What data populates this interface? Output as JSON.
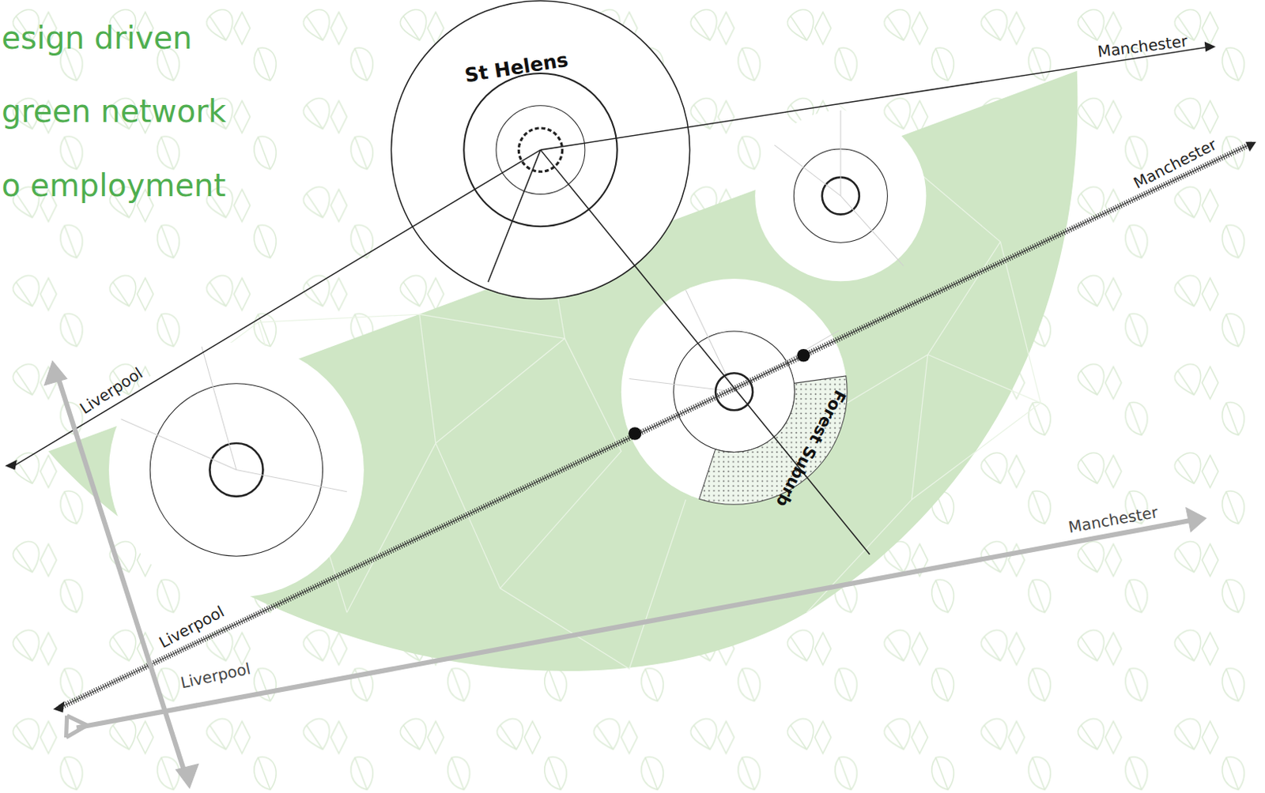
{
  "diagram": {
    "nodes": [
      {
        "text": [
          "St Helens"
        ]
      },
      {
        "text": [
          "Forest Suburb"
        ]
      }
    ],
    "labels": [
      "esign driven",
      "green network",
      "o employment",
      "Manchester",
      "Manchester",
      "Manchester",
      "Liverpool",
      "Liverpool",
      "Liverpool"
    ]
  }
}
